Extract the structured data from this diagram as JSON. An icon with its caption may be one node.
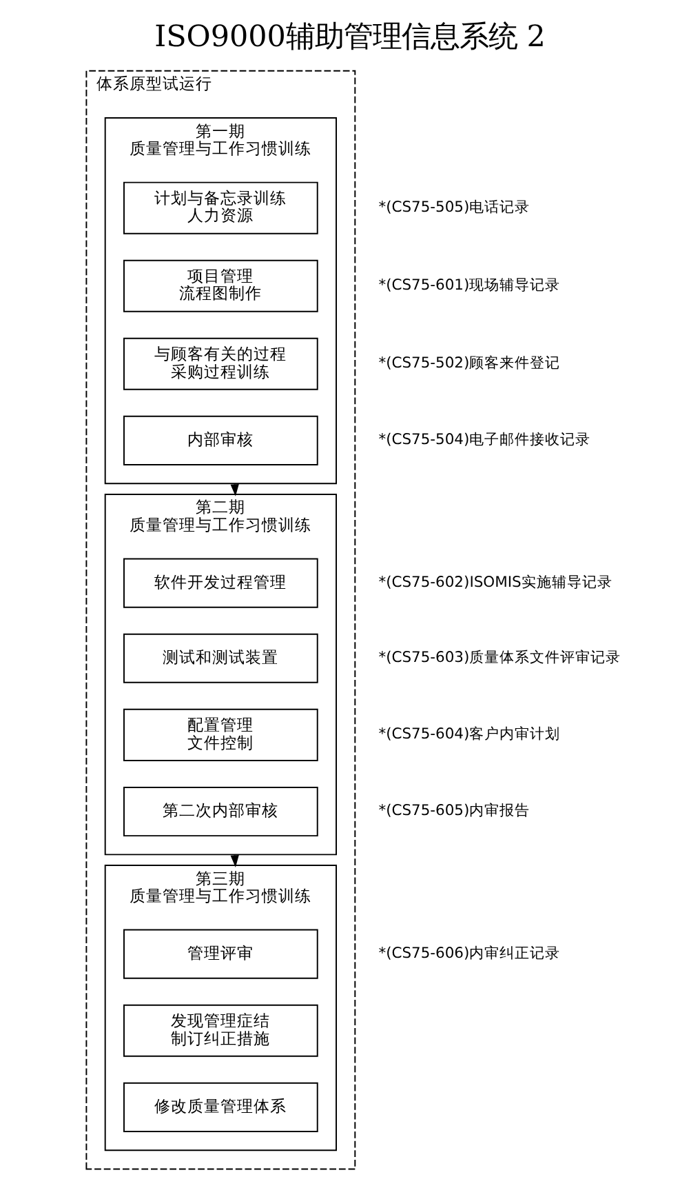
{
  "diagram": {
    "title": "ISO9000辅助管理信息系统 2",
    "nodes": [
      {
        "text": [
          "体系原型试运行"
        ]
      },
      {
        "text": [
          "第一期",
          "质量管理与工作习惯训练"
        ],
        "in": 0
      },
      {
        "text": [
          "计划与备忘录训练",
          "人力资源"
        ],
        "in": 1
      },
      {
        "text": [
          "项目管理",
          "流程图制作"
        ],
        "in": 1
      },
      {
        "text": [
          "与顾客有关的过程",
          "采购过程训练"
        ],
        "in": 1
      },
      {
        "text": [
          "内部审核"
        ],
        "in": 1
      },
      {
        "text": [
          "第二期",
          "质量管理与工作习惯训练"
        ],
        "in": 0
      },
      {
        "text": [
          "软件开发过程管理"
        ],
        "in": 6
      },
      {
        "text": [
          "测试和测试装置"
        ],
        "in": 6
      },
      {
        "text": [
          "配置管理",
          "文件控制"
        ],
        "in": 6
      },
      {
        "text": [
          "第二次内部审核"
        ],
        "in": 6
      },
      {
        "text": [
          "第三期",
          "质量管理与工作习惯训练"
        ],
        "in": 0
      },
      {
        "text": [
          "管理评审"
        ],
        "in": 11
      },
      {
        "text": [
          "发现管理症结",
          "制订纠正措施"
        ],
        "in": 11
      },
      {
        "text": [
          "修改质量管理体系"
        ],
        "in": 11
      }
    ],
    "edges": [
      {
        "from": 1,
        "to": 6,
        "arrow": "to"
      },
      {
        "from": 6,
        "to": 11,
        "arrow": "to"
      }
    ],
    "labels": [
      "*(CS75-505)电话记录",
      "*(CS75-601)现场辅导记录",
      "*(CS75-502)顾客来件登记",
      "*(CS75-504)电子邮件接收记录",
      "*(CS75-602)ISOMIS实施辅导记录",
      "*(CS75-603)质量体系文件评审记录",
      "*(CS75-604)客户内审计划",
      "*(CS75-605)内审报告",
      "*(CS75-606)内审纠正记录"
    ]
  }
}
